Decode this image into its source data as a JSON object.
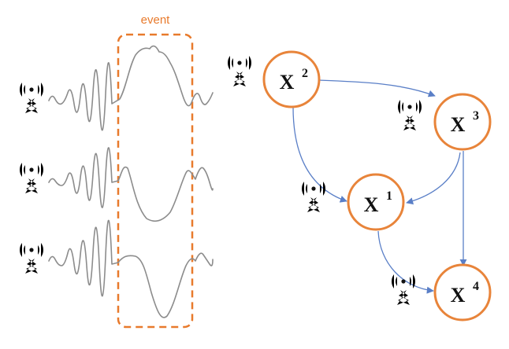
{
  "event": {
    "label": "event"
  },
  "nodes": [
    {
      "id": "X2",
      "base": "X",
      "index": "2"
    },
    {
      "id": "X3",
      "base": "X",
      "index": "3"
    },
    {
      "id": "X1",
      "base": "X",
      "index": "1"
    },
    {
      "id": "X4",
      "base": "X",
      "index": "4"
    }
  ],
  "edges": [
    {
      "from": "X2",
      "to": "X3"
    },
    {
      "from": "X2",
      "to": "X1"
    },
    {
      "from": "X3",
      "to": "X1"
    },
    {
      "from": "X3",
      "to": "X4"
    },
    {
      "from": "X1",
      "to": "X4"
    }
  ],
  "signals": [
    {
      "event_shape": "peak"
    },
    {
      "event_shape": "dip"
    },
    {
      "event_shape": "dip"
    }
  ],
  "colors": {
    "event_box": "#e87a2c",
    "node_stroke": "#e8843a",
    "edge": "#5a7fc7",
    "signal": "#8c8c8c",
    "icon": "#111111"
  },
  "icons": [
    "antenna-tower-icon"
  ]
}
